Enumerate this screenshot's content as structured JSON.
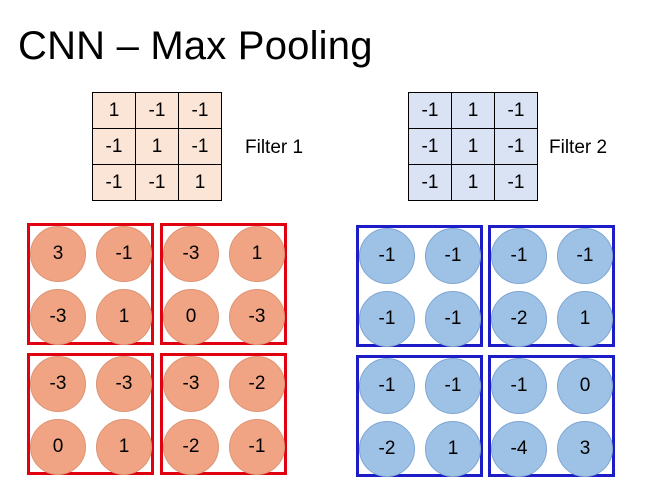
{
  "title": "CNN – Max Pooling",
  "filters": [
    {
      "label": "Filter 1",
      "cells": [
        [
          "1",
          "-1",
          "-1"
        ],
        [
          "-1",
          "1",
          "-1"
        ],
        [
          "-1",
          "-1",
          "1"
        ]
      ]
    },
    {
      "label": "Filter 2",
      "cells": [
        [
          "-1",
          "1",
          "-1"
        ],
        [
          "-1",
          "1",
          "-1"
        ],
        [
          "-1",
          "1",
          "-1"
        ]
      ]
    }
  ],
  "feature_maps": {
    "red": [
      [
        "3",
        "-1",
        "-3",
        "1"
      ],
      [
        "-3",
        "1",
        "0",
        "-3"
      ],
      [
        "-3",
        "-3",
        "-3",
        "-2"
      ],
      [
        "0",
        "1",
        "-2",
        "-1"
      ]
    ],
    "blue": [
      [
        "-1",
        "-1",
        "-1",
        "-1"
      ],
      [
        "-1",
        "-1",
        "-2",
        "1"
      ],
      [
        "-1",
        "-1",
        "-1",
        "0"
      ],
      [
        "-2",
        "1",
        "-4",
        "3"
      ]
    ]
  },
  "colors": {
    "filter1_bg": "#fbe5d6",
    "filter2_bg": "#dae3f3",
    "red_border": "#e0000f",
    "blue_border": "#1d1dc8",
    "red_circle": "#f0a484",
    "blue_circle": "#9ec1e6"
  }
}
